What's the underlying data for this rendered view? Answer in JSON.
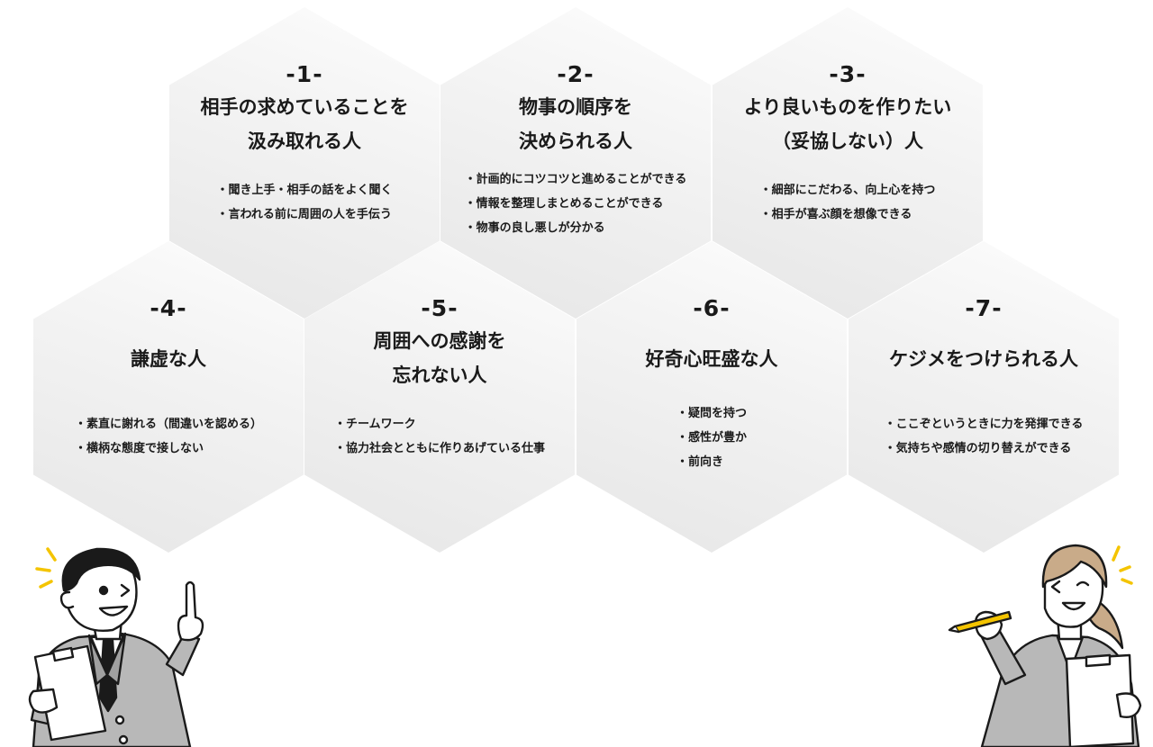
{
  "hexagons": [
    {
      "num": "-1-",
      "title": [
        "相手の求めていることを",
        "汲み取れる人"
      ],
      "points": [
        "聞き上手・相手の話をよく聞く",
        "言われる前に周囲の人を手伝う"
      ]
    },
    {
      "num": "-2-",
      "title": [
        "物事の順序を",
        "決められる人"
      ],
      "points": [
        "計画的にコツコツと進めることができる",
        "情報を整理しまとめることができる",
        "物事の良し悪しが分かる"
      ]
    },
    {
      "num": "-3-",
      "title": [
        "より良いものを作りたい",
        "（妥協しない）人"
      ],
      "points": [
        "細部にこだわる、向上心を持つ",
        "相手が喜ぶ顔を想像できる"
      ]
    },
    {
      "num": "-4-",
      "title": [
        "謙虚な人"
      ],
      "points": [
        "素直に謝れる（間違いを認める）",
        "横柄な態度で接しない"
      ]
    },
    {
      "num": "-5-",
      "title": [
        "周囲への感謝を",
        "忘れない人"
      ],
      "points": [
        "チームワーク",
        "協力社会とともに作りあげている仕事"
      ]
    },
    {
      "num": "-6-",
      "title": [
        "好奇心旺盛な人"
      ],
      "points": [
        "疑問を持つ",
        "感性が豊か",
        "前向き"
      ]
    },
    {
      "num": "-7-",
      "title": [
        "ケジメをつけられる人"
      ],
      "points": [
        "ここぞというときに力を発揮できる",
        "気持ちや感情の切り替えができる"
      ]
    }
  ],
  "colors": {
    "text": "#1a1a1a",
    "accent": "#f4c400",
    "suit": "#b3b3b3",
    "outline": "#1a1a1a"
  },
  "illustrations": {
    "left": "businessman-pointing-icon",
    "right": "businesswoman-pen-icon"
  }
}
